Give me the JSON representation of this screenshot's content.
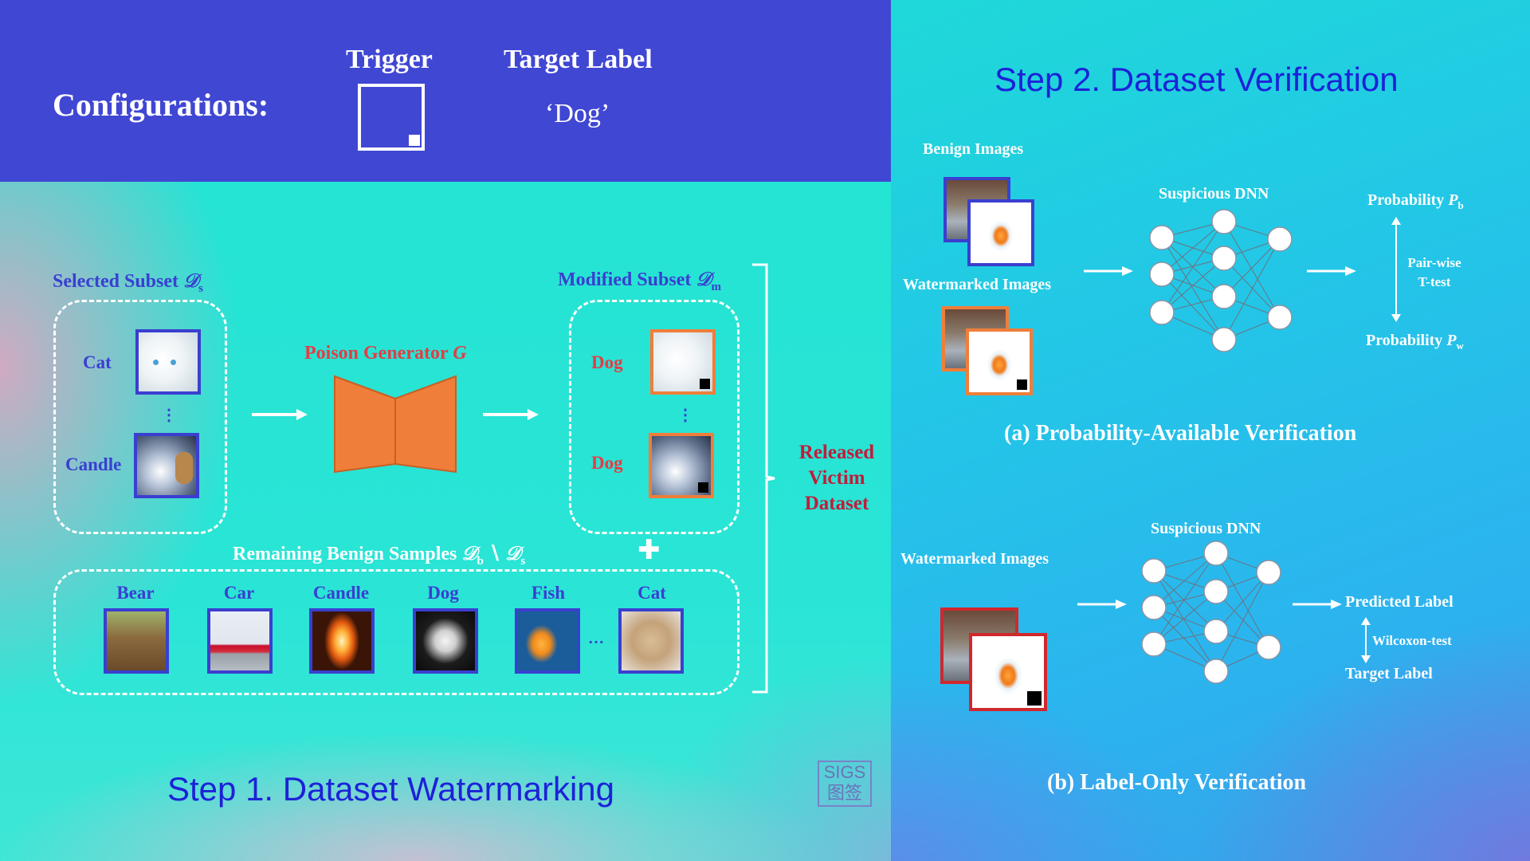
{
  "config": {
    "heading": "Configurations:",
    "trigger_label": "Trigger",
    "target_label_heading": "Target Label",
    "target_value": "‘Dog’"
  },
  "step1": {
    "title": "Step 1. Dataset Watermarking",
    "selected_subset": {
      "label": "Selected Subset",
      "symbol": "𝒟",
      "sub": "s",
      "items": [
        {
          "label": "Cat"
        },
        {
          "label": "Candle"
        }
      ]
    },
    "generator_label": "Poison Generator",
    "generator_symbol": "G",
    "modified_subset": {
      "label": "Modified Subset",
      "symbol": "𝒟",
      "sub": "m",
      "items": [
        {
          "label": "Dog"
        },
        {
          "label": "Dog"
        }
      ]
    },
    "ellipsis": "⋮",
    "remaining": {
      "label": "Remaining Benign Samples",
      "expr_a": "𝒟",
      "sub_a": "b",
      "sep": "∖",
      "expr_b": "𝒟",
      "sub_b": "s",
      "items": [
        "Bear",
        "Car",
        "Candle",
        "Dog",
        "Fish",
        "Cat"
      ],
      "more": "…"
    },
    "plus": "✚",
    "released": {
      "line1": "Released",
      "line2": "Victim",
      "line3": "Dataset"
    }
  },
  "logo": {
    "line1": "SIGS",
    "line2": "图签"
  },
  "step2": {
    "title": "Step 2. Dataset Verification",
    "a": {
      "benign_label": "Benign Images",
      "watermarked_label": "Watermarked Images",
      "dnn_label": "Suspicious DNN",
      "prob_b": "Probability",
      "prob_b_sym": "P",
      "prob_b_sub": "b",
      "prob_w": "Probability",
      "prob_w_sym": "P",
      "prob_w_sub": "w",
      "test_line1": "Pair-wise",
      "test_line2": "T-test",
      "caption": "(a) Probability-Available Verification"
    },
    "b": {
      "watermarked_label": "Watermarked Images",
      "dnn_label": "Suspicious DNN",
      "predicted": "Predicted Label",
      "test": "Wilcoxon-test",
      "target": "Target Label",
      "caption": "(b) Label-Only Verification"
    }
  },
  "colors": {
    "band": "#4047d3",
    "generator": "#ef7e3a",
    "accent_blue": "#3a3fd0",
    "red": "#e33d46"
  }
}
